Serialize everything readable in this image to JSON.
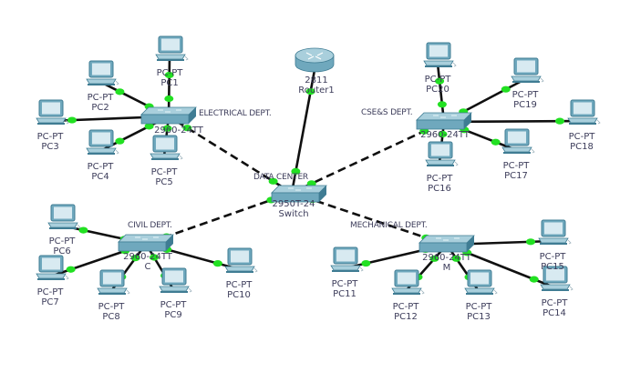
{
  "workspace": {
    "title": "Cisco Packet Tracer topology",
    "background": "#ffffff"
  },
  "colors": {
    "link": "#101010",
    "link_port_up": "#22e022",
    "device_body": "#6fa8bd",
    "device_top": "#a9cfdc",
    "device_dark": "#3f7c93",
    "label_text": "#3c3c5a"
  },
  "router": {
    "id": "router1",
    "model": "2811",
    "name": "Router1"
  },
  "core_switch": {
    "id": "core",
    "label": "DATA CENTER",
    "model": "2950T-24",
    "name": "Switch"
  },
  "departments": [
    {
      "id": "elec",
      "label": "ELECTRICAL DEPT.",
      "model": "2960-24TT",
      "name": ""
    },
    {
      "id": "cse",
      "label": "CSE&S DEPT.",
      "model": "2960-24TT",
      "name": ""
    },
    {
      "id": "civil",
      "label": "CIVIL DEPT.",
      "model": "2960-24TT",
      "name": "C"
    },
    {
      "id": "mech",
      "label": "MECHANICAL DEPT.",
      "model": "2960-24TT",
      "name": "M"
    }
  ],
  "pcs": [
    {
      "id": "pc1",
      "type": "PC-PT",
      "name": "PC1",
      "switch": "elec"
    },
    {
      "id": "pc2",
      "type": "PC-PT",
      "name": "PC2",
      "switch": "elec"
    },
    {
      "id": "pc3",
      "type": "PC-PT",
      "name": "PC3",
      "switch": "elec"
    },
    {
      "id": "pc4",
      "type": "PC-PT",
      "name": "PC4",
      "switch": "elec"
    },
    {
      "id": "pc5",
      "type": "PC-PT",
      "name": "PC5",
      "switch": "elec"
    },
    {
      "id": "pc6",
      "type": "PC-PT",
      "name": "PC6",
      "switch": "civil"
    },
    {
      "id": "pc7",
      "type": "PC-PT",
      "name": "PC7",
      "switch": "civil"
    },
    {
      "id": "pc8",
      "type": "PC-PT",
      "name": "PC8",
      "switch": "civil"
    },
    {
      "id": "pc9",
      "type": "PC-PT",
      "name": "PC9",
      "switch": "civil"
    },
    {
      "id": "pc10",
      "type": "PC-PT",
      "name": "PC10",
      "switch": "civil"
    },
    {
      "id": "pc11",
      "type": "PC-PT",
      "name": "PC11",
      "switch": "mech"
    },
    {
      "id": "pc12",
      "type": "PC-PT",
      "name": "PC12",
      "switch": "mech"
    },
    {
      "id": "pc13",
      "type": "PC-PT",
      "name": "PC13",
      "switch": "mech"
    },
    {
      "id": "pc14",
      "type": "PC-PT",
      "name": "PC14",
      "switch": "mech"
    },
    {
      "id": "pc15",
      "type": "PC-PT",
      "name": "PC15",
      "switch": "mech"
    },
    {
      "id": "pc16",
      "type": "PC-PT",
      "name": "PC16",
      "switch": "cse"
    },
    {
      "id": "pc17",
      "type": "PC-PT",
      "name": "PC17",
      "switch": "cse"
    },
    {
      "id": "pc18",
      "type": "PC-PT",
      "name": "PC18",
      "switch": "cse"
    },
    {
      "id": "pc19",
      "type": "PC-PT",
      "name": "PC19",
      "switch": "cse"
    },
    {
      "id": "pc20",
      "type": "PC-PT",
      "name": "PC20",
      "switch": "cse"
    }
  ],
  "links": [
    {
      "from": "router1",
      "to": "core",
      "cable": "straight"
    },
    {
      "from": "core",
      "to": "elec",
      "cable": "crossover"
    },
    {
      "from": "core",
      "to": "cse",
      "cable": "crossover"
    },
    {
      "from": "core",
      "to": "civil",
      "cable": "crossover"
    },
    {
      "from": "core",
      "to": "mech",
      "cable": "crossover"
    },
    {
      "from": "elec",
      "to": "pc1",
      "cable": "straight"
    },
    {
      "from": "elec",
      "to": "pc2",
      "cable": "straight"
    },
    {
      "from": "elec",
      "to": "pc3",
      "cable": "straight"
    },
    {
      "from": "elec",
      "to": "pc4",
      "cable": "straight"
    },
    {
      "from": "elec",
      "to": "pc5",
      "cable": "straight"
    },
    {
      "from": "civil",
      "to": "pc6",
      "cable": "straight"
    },
    {
      "from": "civil",
      "to": "pc7",
      "cable": "straight"
    },
    {
      "from": "civil",
      "to": "pc8",
      "cable": "straight"
    },
    {
      "from": "civil",
      "to": "pc9",
      "cable": "straight"
    },
    {
      "from": "civil",
      "to": "pc10",
      "cable": "straight"
    },
    {
      "from": "mech",
      "to": "pc11",
      "cable": "straight"
    },
    {
      "from": "mech",
      "to": "pc12",
      "cable": "straight"
    },
    {
      "from": "mech",
      "to": "pc13",
      "cable": "straight"
    },
    {
      "from": "mech",
      "to": "pc14",
      "cable": "straight"
    },
    {
      "from": "mech",
      "to": "pc15",
      "cable": "straight"
    },
    {
      "from": "cse",
      "to": "pc16",
      "cable": "straight"
    },
    {
      "from": "cse",
      "to": "pc17",
      "cable": "straight"
    },
    {
      "from": "cse",
      "to": "pc18",
      "cable": "straight"
    },
    {
      "from": "cse",
      "to": "pc19",
      "cable": "straight"
    },
    {
      "from": "cse",
      "to": "pc20",
      "cable": "straight"
    }
  ]
}
